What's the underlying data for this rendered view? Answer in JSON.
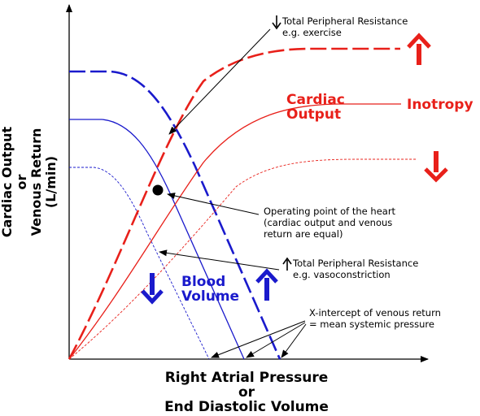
{
  "axes": {
    "y_label": [
      "Cardiac Output",
      "or",
      "Venous Return",
      "(L/min)"
    ],
    "x_label": [
      "Right Atrial Pressure",
      "or",
      "End Diastolic Volume"
    ]
  },
  "labels": {
    "cardiac_output": [
      "Cardiac",
      "Output"
    ],
    "inotropy": "Inotropy",
    "blood_volume": [
      "Blood",
      "Volume"
    ]
  },
  "annotations": {
    "tpr_exercise": [
      "Total Peripheral Resistance",
      "e.g. exercise"
    ],
    "operating_point": [
      "Operating point of the heart",
      "(cardiac output and venous",
      "return are equal)"
    ],
    "tpr_vasoconstriction": [
      "Total Peripheral Resistance",
      "e.g. vasoconstriction"
    ],
    "x_intercept": [
      "X-intercept of venous return",
      "= mean systemic pressure"
    ]
  },
  "colors": {
    "cardiac": "#e8201a",
    "venous": "#1a1acc",
    "axis": "#000000"
  }
}
